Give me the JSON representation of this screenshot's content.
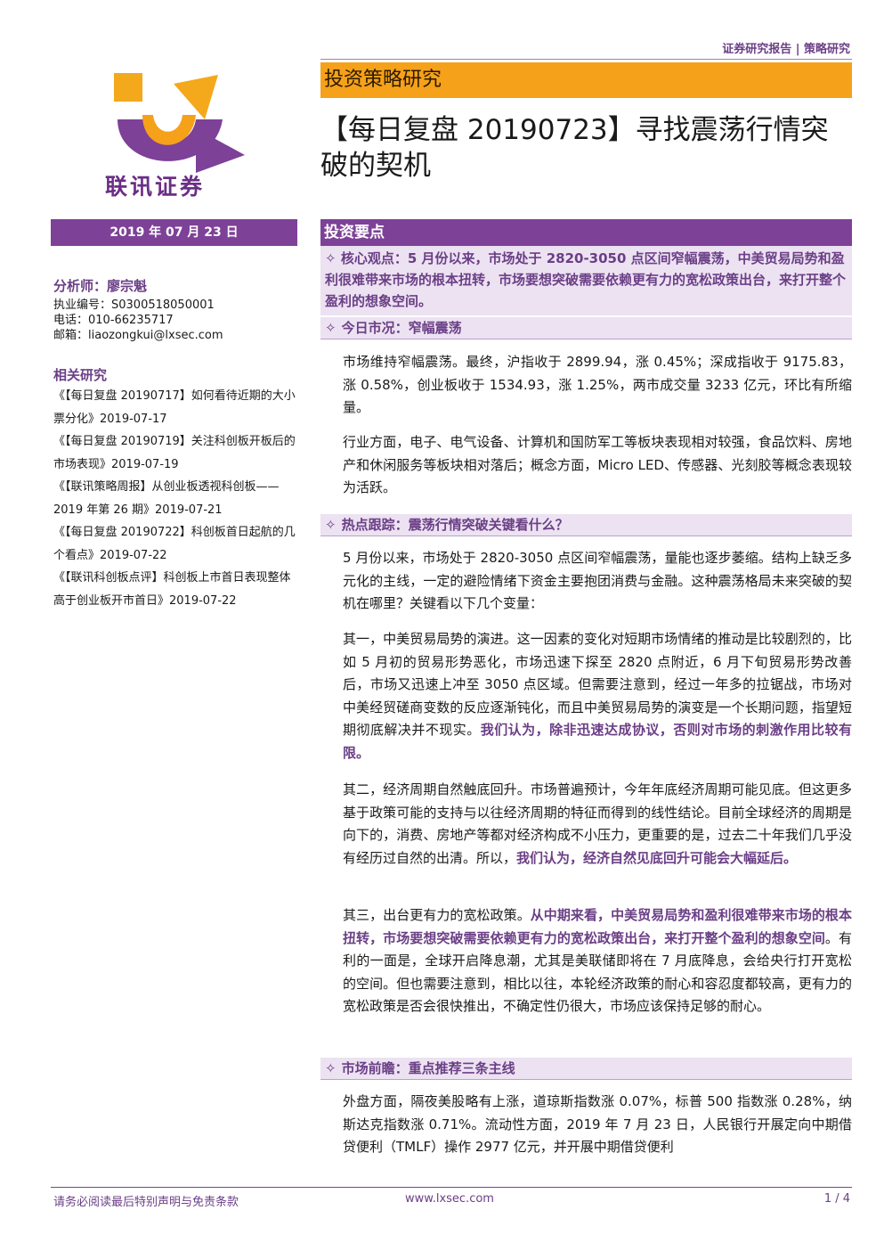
{
  "header": {
    "top_tag": "证券研究报告 | 策略研究",
    "category": "投资策略研究",
    "title": "【每日复盘 20190723】寻找震荡行情突破的契机",
    "logo_text": "联讯证券"
  },
  "sidebar": {
    "date": "2019 年 07 月 23 日",
    "analyst_label": "分析师：廖宗魁",
    "license": "执业编号：S0300518050001",
    "phone": "电话：010-66235717",
    "email": "邮箱：liaozongkui@lxsec.com",
    "related_head": "相关研究",
    "related": [
      "《【每日复盘 20190717】如何看待近期的大小票分化》2019-07-17",
      "《【每日复盘 20190719】关注科创板开板后的市场表现》2019-07-19",
      "《【联讯策略周报】从创业板透视科创板——2019 年第 26 期》2019-07-21",
      "《【每日复盘 20190722】科创板首日起航的几个看点》2019-07-22",
      "《【联讯科创板点评】科创板上市首日表现整体高于创业板开市首日》2019-07-22"
    ]
  },
  "main": {
    "section_title": "投资要点",
    "diamond": "✧",
    "core_label": "核心观点：",
    "core_text": "5 月份以来，市场处于 2820-3050 点区间窄幅震荡，中美贸易局势和盈利很难带来市场的根本扭转，市场要想突破需要依赖更有力的宽松政策出台，来打开整个盈利的想象空间。",
    "today_head": "今日市况：窄幅震荡",
    "today_p1": "市场维持窄幅震荡。最终，沪指收于 2899.94，涨 0.45%；深成指收于 9175.83，涨 0.58%，创业板收于 1534.93，涨 1.25%，两市成交量 3233 亿元，环比有所缩量。",
    "today_p2": "行业方面，电子、电气设备、计算机和国防军工等板块表现相对较强，食品饮料、房地产和休闲服务等板块相对落后；概念方面，Micro LED、传感器、光刻胶等概念表现较为活跃。",
    "hot_head": "热点跟踪：震荡行情突破关键看什么？",
    "hot_p1": "5 月份以来，市场处于 2820-3050 点区间窄幅震荡，量能也逐步萎缩。结构上缺乏多元化的主线，一定的避险情绪下资金主要抱团消费与金融。这种震荡格局未来突破的契机在哪里？关键看以下几个变量：",
    "hot_p2_a": "其一，中美贸易局势的演进。这一因素的变化对短期市场情绪的推动是比较剧烈的，比如 5 月初的贸易形势恶化，市场迅速下探至 2820 点附近，6 月下旬贸易形势改善后，市场又迅速上冲至 3050 点区域。但需要注意到，经过一年多的拉锯战，市场对中美经贸磋商变数的反应逐渐钝化，而且中美贸易局势的演变是一个长期问题，指望短期彻底解决并不现实。",
    "hot_p2_b": "我们认为，除非迅速达成协议，否则对市场的刺激作用比较有限。",
    "hot_p3_a": "其二，经济周期自然触底回升。市场普遍预计，今年年底经济周期可能见底。但这更多基于政策可能的支持与以往经济周期的特征而得到的线性结论。目前全球经济的周期是向下的，消费、房地产等都对经济构成不小压力，更重要的是，过去二十年我们几乎没有经历过自然的出清。所以，",
    "hot_p3_b": "我们认为，经济自然见底回升可能会大幅延后。",
    "hot_p4_a": "其三，出台更有力的宽松政策。",
    "hot_p4_b": "从中期来看，中美贸易局势和盈利很难带来市场的根本扭转，市场要想突破需要依赖更有力的宽松政策出台，来打开整个盈利的想象空间",
    "hot_p4_c": "。有利的一面是，全球开启降息潮，尤其是美联储即将在 7 月底降息，会给央行打开宽松的空间。但也需要注意到，相比以往，本轮经济政策的耐心和容忍度都较高，更有力的宽松政策是否会很快推出，不确定性仍很大，市场应该保持足够的耐心。",
    "outlook_head": "市场前瞻：重点推荐三条主线",
    "outlook_p1": "外盘方面，隔夜美股略有上涨，道琼斯指数涨 0.07%，标普 500 指数涨 0.28%，纳斯达克指数涨 0.71%。流动性方面，2019 年 7 月 23 日，人民银行开展定向中期借贷便利（TMLF）操作 2977 亿元，并开展中期借贷便利"
  },
  "footer": {
    "disclaimer": "请务必阅读最后特别声明与免责条款",
    "website": "www.lxsec.com",
    "page": "1 / 4"
  },
  "colors": {
    "purple": "#7d4197",
    "orange": "#f6a11a",
    "lavender": "#ece2f2"
  }
}
